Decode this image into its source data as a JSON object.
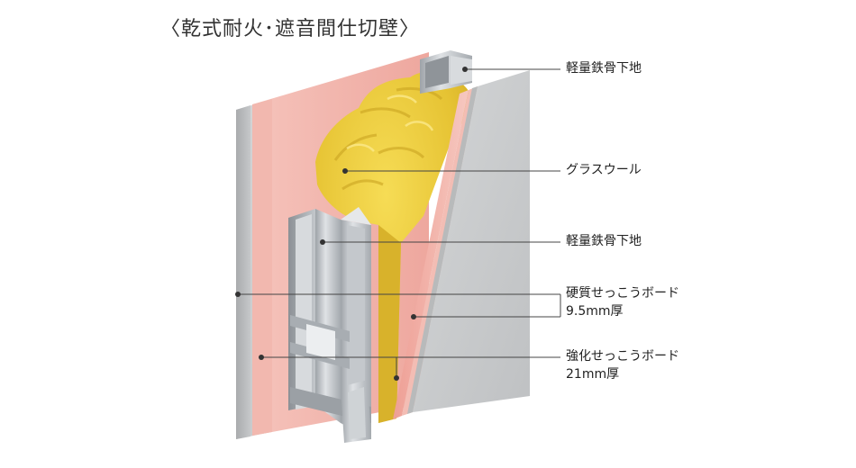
{
  "title": "〈乾式耐火･遮音間仕切壁〉",
  "labels": {
    "steel_frame_top": "軽量鉄骨下地",
    "glass_wool": "グラスウール",
    "steel_frame_mid": "軽量鉄骨下地",
    "hard_board_name": "硬質せっこうボード",
    "hard_board_thickness": "9.5mm厚",
    "reinforced_board_name": "強化せっこうボード",
    "reinforced_board_thickness": "21mm厚"
  },
  "colors": {
    "board_gray": "#c9cbcc",
    "board_pink": "#f0b3aa",
    "glass_wool_yellow": "#e9c83a",
    "steel": "#bfc3c7"
  }
}
